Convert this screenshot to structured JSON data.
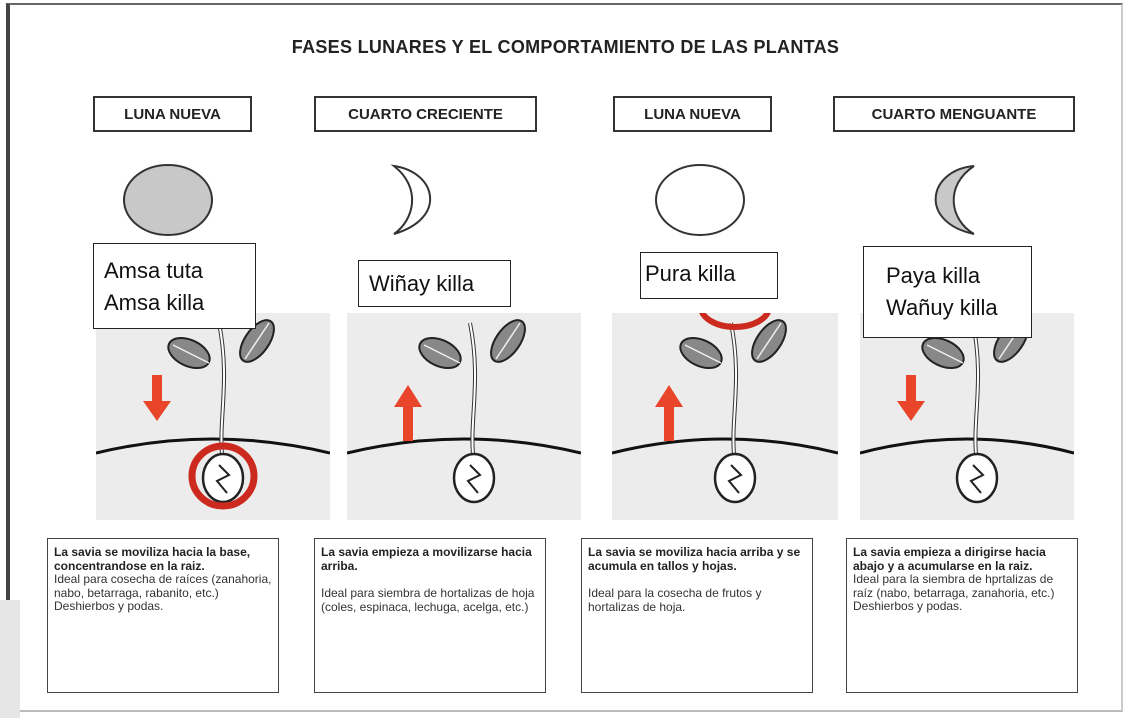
{
  "title": "FASES LUNARES Y EL COMPORTAMIENTO DE LAS PLANTAS",
  "phases": [
    {
      "label": "LUNA NUEVA",
      "moon_shape": "full-disc",
      "moon_fill": "#c8c8c8",
      "quechua": [
        "Amsa tuta",
        "Amsa killa"
      ],
      "sap_direction": "down",
      "highlight": "root",
      "lead": "La savia se moviliza hacia la base, concentrandose en la raiz.",
      "body": "Ideal para cosecha de raíces (zanahoria, nabo, betarraga, rabanito, etc.) Deshierbos y podas."
    },
    {
      "label": "CUARTO CRECIENTE",
      "moon_shape": "crescent-right",
      "moon_fill": "#ffffff",
      "quechua": [
        "Wiñay killa"
      ],
      "sap_direction": "up",
      "highlight": "none",
      "lead": "La savia empieza a movilizarse hacia arriba.",
      "body": "Ideal para siembra de hortalizas de hoja (coles, espinaca, lechuga, acelga, etc.)"
    },
    {
      "label": "LUNA NUEVA",
      "moon_shape": "full-disc",
      "moon_fill": "#ffffff",
      "quechua": [
        "Pura killa"
      ],
      "sap_direction": "up",
      "highlight": "top",
      "lead": "La savia se moviliza hacia arriba y se acumula en tallos y hojas.",
      "body": "Ideal para la cosecha de frutos y hortalizas de hoja."
    },
    {
      "label": "CUARTO MENGUANTE",
      "moon_shape": "crescent-left",
      "moon_fill": "#c8c8c8",
      "quechua": [
        "Paya killa",
        "Wañuy killa"
      ],
      "sap_direction": "down",
      "highlight": "none",
      "lead": "La savia empieza a dirigirse hacia abajo y a acumularse en la raiz.",
      "body": "Ideal para la siembra de hprtalizas de raíz (nabo, betarraga, zanahoria, etc.) Deshierbos y podas."
    }
  ],
  "colors": {
    "arrow": "#e8452b",
    "highlight_ring": "#cc2a1e",
    "panel_bg": "#ececec",
    "moon_gray": "#c8c8c8"
  }
}
